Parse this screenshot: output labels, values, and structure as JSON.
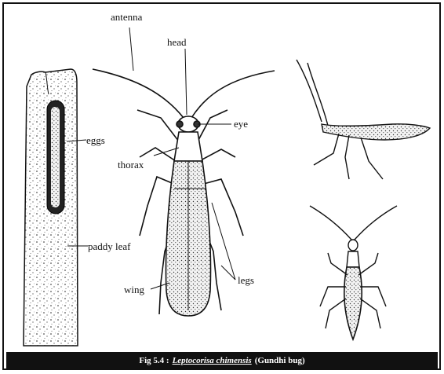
{
  "labels": {
    "antenna": "antenna",
    "head": "head",
    "eggs": "eggs",
    "eye": "eye",
    "thorax": "thorax",
    "paddy_leaf": "paddy leaf",
    "wing": "wing",
    "legs": "legs"
  },
  "caption": {
    "fig_number": "Fig 5.4 :",
    "scientific_name": "Leptocorisa chimensis",
    "common_name": "(Gundhi bug)"
  }
}
